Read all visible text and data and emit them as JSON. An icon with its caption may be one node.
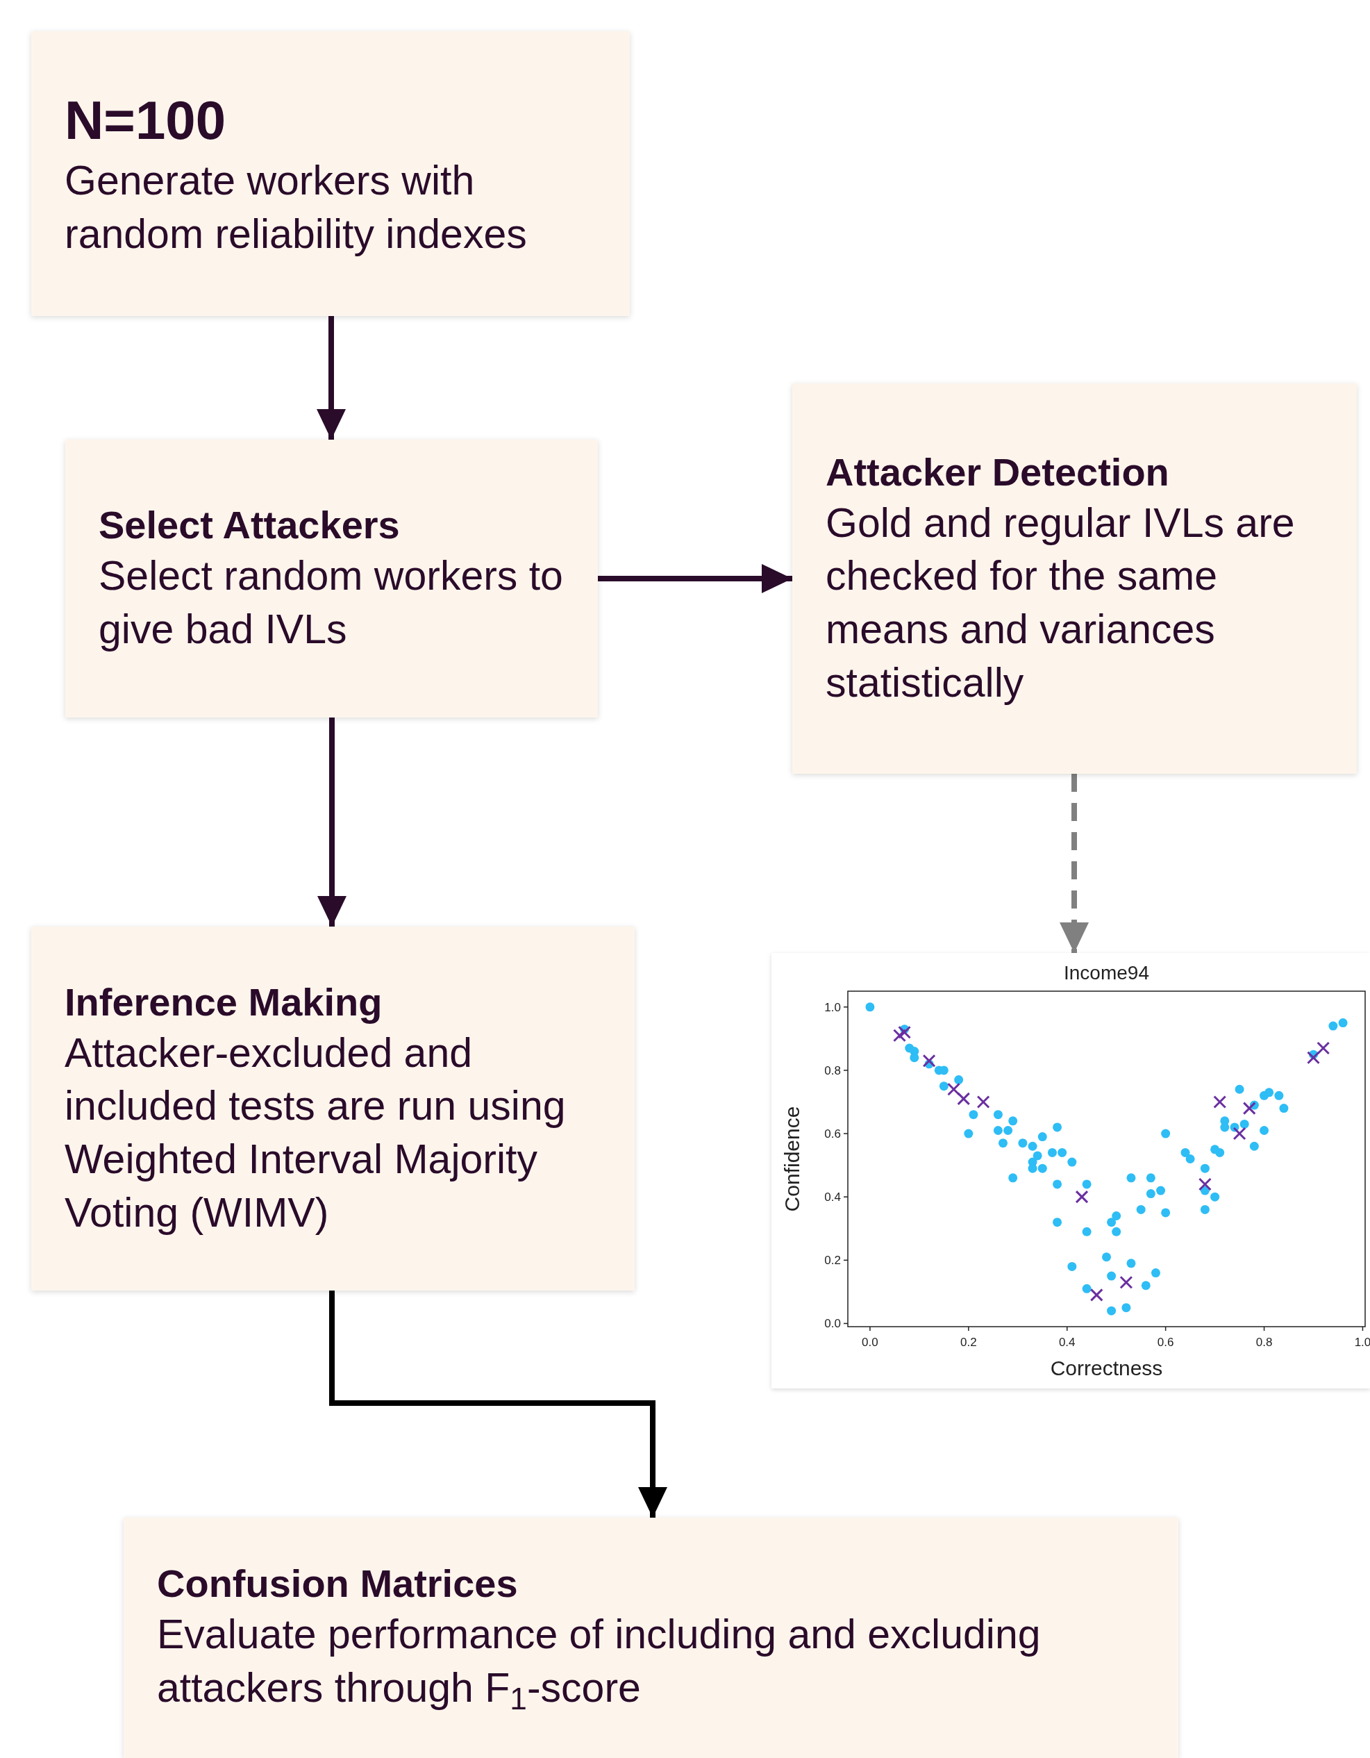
{
  "diagram": {
    "nodes": [
      {
        "text": [
          "N=100",
          "Generate workers with random reliability indexes"
        ]
      },
      {
        "text": [
          "Select Attackers",
          "Select random workers to give bad IVLs"
        ]
      },
      {
        "text": [
          "Attacker Detection",
          "Gold and regular IVLs are checked for the same means and variances statistically"
        ]
      },
      {
        "text": [
          "Inference Making",
          "Attacker-excluded and included tests are run using Weighted Interval Majority Voting (WIMV)"
        ]
      },
      {
        "text": [],
        "shape": "picture"
      },
      {
        "text": [
          "Confusion Matrices",
          "Evaluate performance of including and excluding attackers through F$_{1}$-score"
        ]
      }
    ],
    "edges": [
      {
        "from": 0,
        "to": 1,
        "arrow": "to"
      },
      {
        "from": 1,
        "to": 2,
        "arrow": "to"
      },
      {
        "from": 1,
        "to": 3,
        "arrow": "to"
      },
      {
        "from": 2,
        "to": 4,
        "arrow": "to",
        "style": "dashed",
        "color": "#808080"
      },
      {
        "from": 3,
        "to": 5,
        "arrow": "to",
        "color": "#000000"
      }
    ],
    "chart_data": {
      "type": "scatter",
      "title": "Income94",
      "xlabel": "Correctness",
      "ylabel": "Confidence",
      "series": [
        {
          "color": "#2ebdf5",
          "x": [
            0.0,
            0.07,
            0.08,
            0.09,
            0.09,
            0.12,
            0.14,
            0.15,
            0.15,
            0.18,
            0.21,
            0.2,
            0.26,
            0.29,
            0.26,
            0.28,
            0.27,
            0.31,
            0.33,
            0.35,
            0.38,
            0.33,
            0.34,
            0.33,
            0.35,
            0.37,
            0.39,
            0.29,
            0.38,
            0.41,
            0.38,
            0.44,
            0.44,
            0.41,
            0.44,
            0.48,
            0.49,
            0.49,
            0.49,
            0.5,
            0.5,
            0.52,
            0.53,
            0.53,
            0.55,
            0.56,
            0.57,
            0.57,
            0.58,
            0.59,
            0.6,
            0.6,
            0.64,
            0.65,
            0.68,
            0.68,
            0.68,
            0.7,
            0.7,
            0.71,
            0.72,
            0.72,
            0.74,
            0.75,
            0.76,
            0.78,
            0.78,
            0.8,
            0.81,
            0.8,
            0.83,
            0.84,
            0.9,
            0.94,
            0.96
          ],
          "values": [
            1.0,
            0.93,
            0.87,
            0.86,
            0.84,
            0.82,
            0.8,
            0.8,
            0.75,
            0.77,
            0.66,
            0.6,
            0.66,
            0.64,
            0.61,
            0.61,
            0.57,
            0.57,
            0.56,
            0.59,
            0.62,
            0.51,
            0.53,
            0.49,
            0.49,
            0.54,
            0.54,
            0.46,
            0.44,
            0.51,
            0.32,
            0.44,
            0.29,
            0.18,
            0.11,
            0.21,
            0.15,
            0.04,
            0.32,
            0.34,
            0.29,
            0.05,
            0.19,
            0.46,
            0.36,
            0.12,
            0.46,
            0.41,
            0.16,
            0.42,
            0.6,
            0.35,
            0.54,
            0.52,
            0.49,
            0.42,
            0.36,
            0.4,
            0.55,
            0.54,
            0.64,
            0.62,
            0.62,
            0.74,
            0.63,
            0.69,
            0.56,
            0.72,
            0.73,
            0.61,
            0.72,
            0.68,
            0.85,
            0.94,
            0.95
          ]
        },
        {
          "color": "#6a2fa0",
          "x": [
            0.06,
            0.07,
            0.12,
            0.17,
            0.19,
            0.23,
            0.43,
            0.46,
            0.52,
            0.68,
            0.71,
            0.75,
            0.77,
            0.9,
            0.92
          ],
          "values": [
            0.91,
            0.92,
            0.83,
            0.74,
            0.71,
            0.7,
            0.4,
            0.09,
            0.13,
            0.44,
            0.7,
            0.6,
            0.68,
            0.84,
            0.87
          ]
        }
      ],
      "xlim": [
        -0.045,
        1.005
      ],
      "ylim": [
        -0.01,
        1.05
      ],
      "xticks": [
        {
          "value": 0,
          "label": "0.0"
        },
        {
          "value": 0.2,
          "label": "0.2"
        },
        {
          "value": 0.4,
          "label": "0.4"
        },
        {
          "value": 0.6,
          "label": "0.6"
        },
        {
          "value": 0.8,
          "label": "0.8"
        },
        {
          "value": 1,
          "label": "1.0"
        }
      ],
      "yticks": [
        {
          "value": 0,
          "label": "0.0"
        },
        {
          "value": 0.2,
          "label": "0.2"
        },
        {
          "value": 0.4,
          "label": "0.4"
        },
        {
          "value": 0.6,
          "label": "0.6"
        },
        {
          "value": 0.8,
          "label": "0.8"
        },
        {
          "value": 1,
          "label": "1.0"
        }
      ]
    }
  }
}
